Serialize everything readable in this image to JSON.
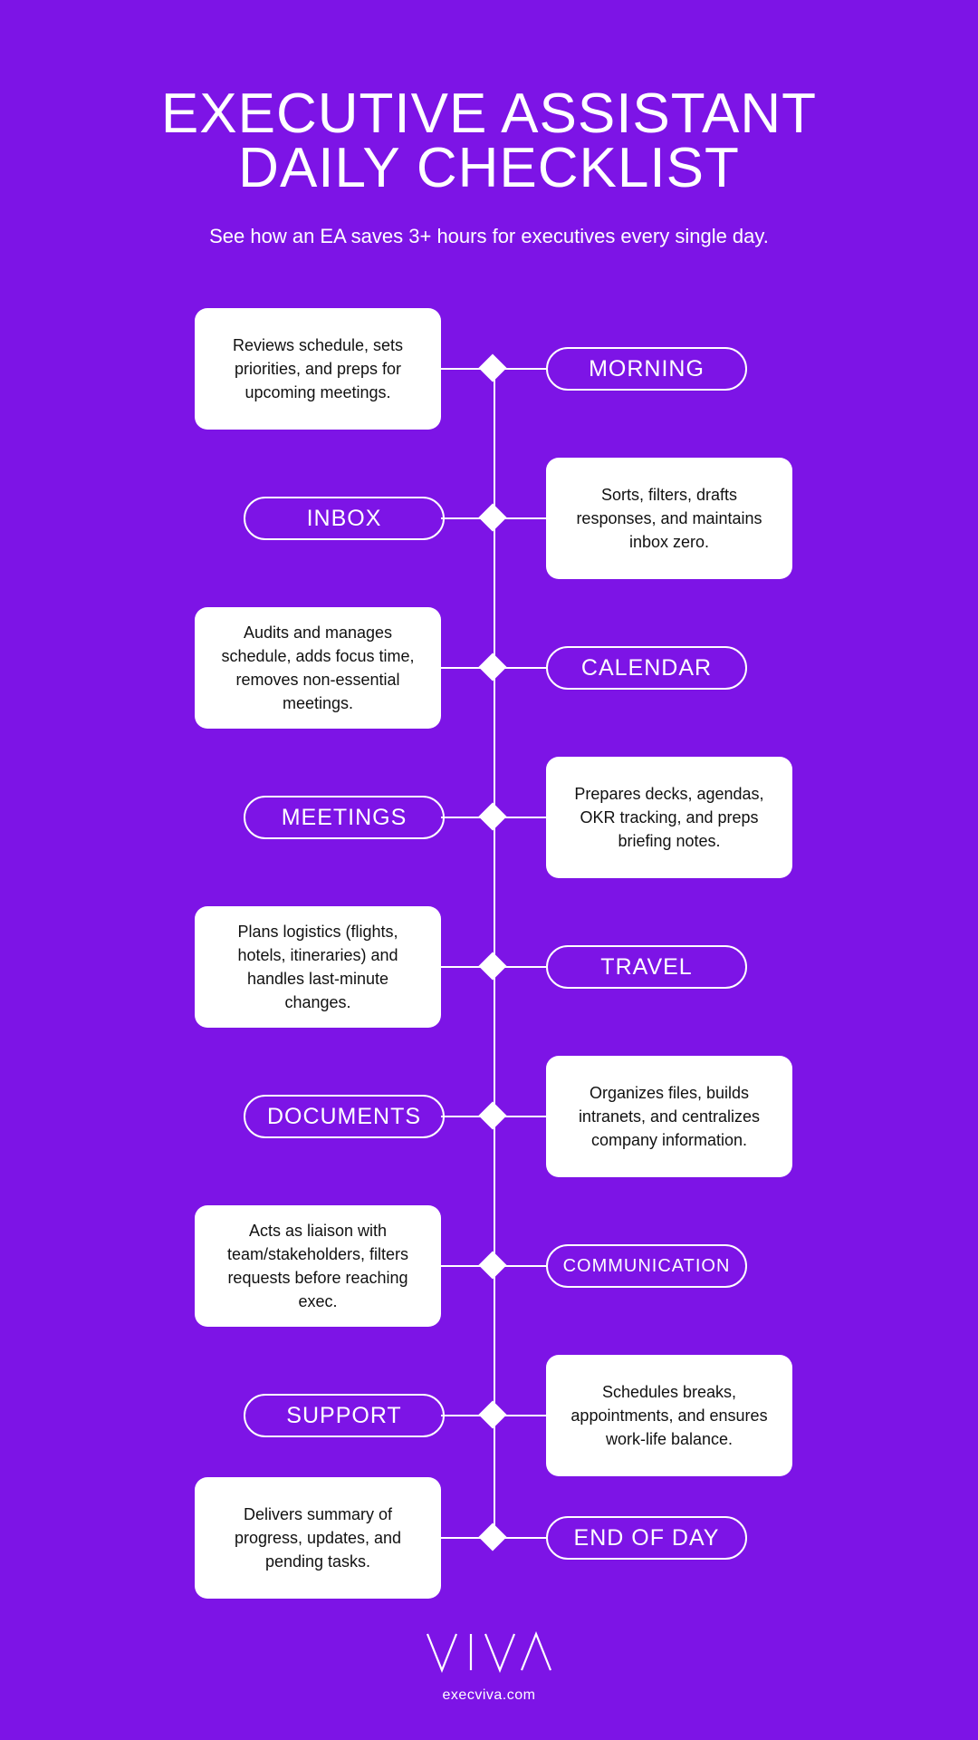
{
  "header": {
    "title_line1": "EXECUTIVE ASSISTANT",
    "title_line2": "DAILY CHECKLIST",
    "subtitle": "See how an EA saves 3+ hours for executives every single day."
  },
  "timeline": [
    {
      "label": "MORNING",
      "description": "Reviews schedule, sets priorities, and preps for upcoming meetings."
    },
    {
      "label": "INBOX",
      "description": "Sorts, filters, drafts responses, and maintains inbox zero."
    },
    {
      "label": "CALENDAR",
      "description": "Audits and manages schedule, adds focus time, removes non-essential meetings."
    },
    {
      "label": "MEETINGS",
      "description": "Prepares decks, agendas, OKR tracking, and preps briefing notes."
    },
    {
      "label": "TRAVEL",
      "description": "Plans logistics (flights, hotels, itineraries) and handles last-minute changes."
    },
    {
      "label": "DOCUMENTS",
      "description": "Organizes files, builds intranets, and centralizes company information."
    },
    {
      "label": "COMMUNICATION",
      "description": "Acts as liaison with team/stakeholders, filters requests before reaching exec."
    },
    {
      "label": "SUPPORT",
      "description": "Schedules breaks, appointments, and ensures work-life balance."
    },
    {
      "label": "END OF DAY",
      "description": "Delivers summary of progress, updates, and pending tasks."
    }
  ],
  "footer": {
    "logo_text": "VIVA",
    "url": "execviva.com"
  }
}
